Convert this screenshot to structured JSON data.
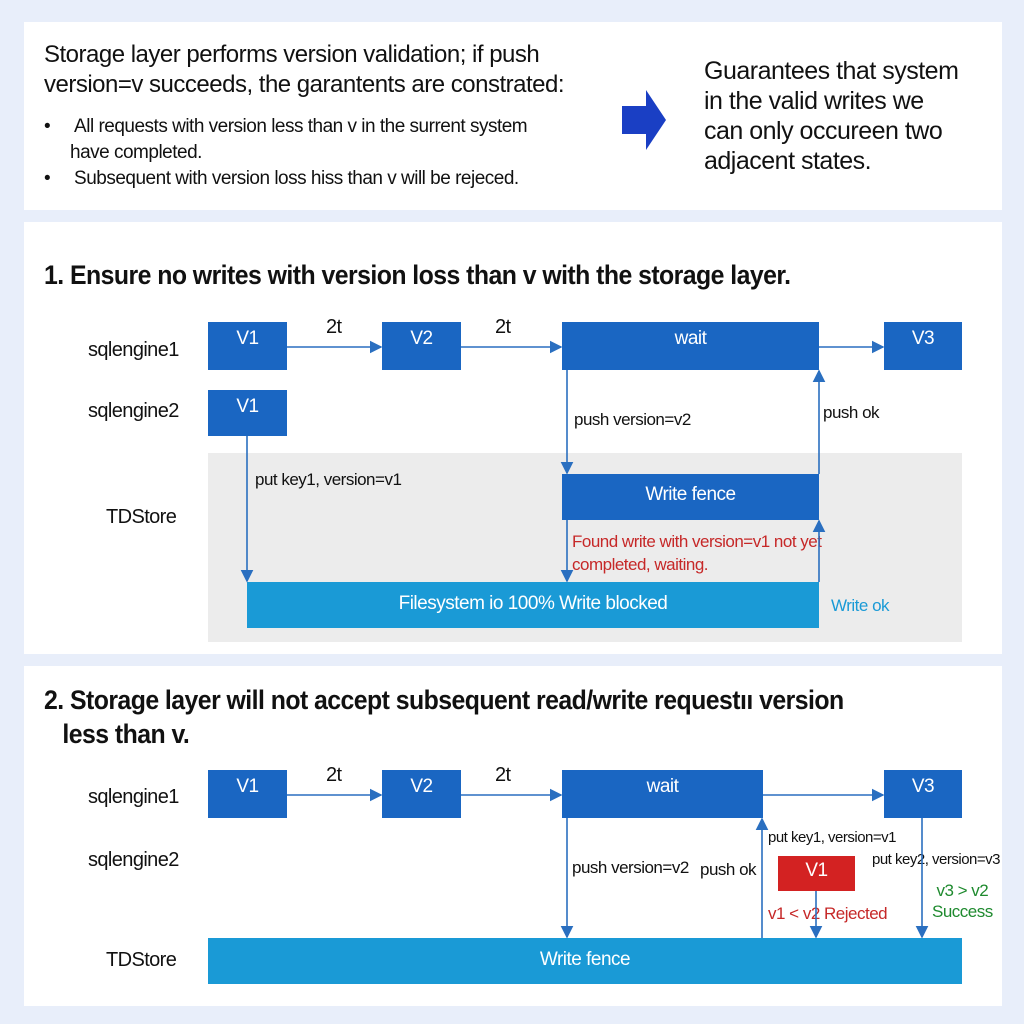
{
  "summary": {
    "intro_line1": "Storage layer performs version validation; if push",
    "intro_line2": "version=v succeeds, the garantents are constrated:",
    "bullets": [
      "All requests with version less than v in the surrent system",
      "have completed.",
      "Subsequent with version loss hiss than v will be rejeced."
    ],
    "conclusion": [
      "Guarantees that system",
      "in the valid writes we",
      "can only occureen two",
      "adjacent states."
    ]
  },
  "section1": {
    "title": "1. Ensure no writes with version loss than v with the storage layer.",
    "rows": [
      "sqlengine1",
      "sqlengine2",
      "TDStore"
    ],
    "boxes": {
      "v1": "V1",
      "v2": "V2",
      "wait": "wait",
      "v3": "V3",
      "v1b": "V1",
      "fence": "Write fence",
      "fs": "Filesystem io 100% Write blocked"
    },
    "edges": {
      "t1": "2t",
      "t2": "2t",
      "put": "put key1, version=v1",
      "push": "push version=v2",
      "ok": "push ok",
      "write_ok": "Write ok"
    },
    "warning": [
      "Found write with version=v1 not yet",
      "completed, waiting."
    ]
  },
  "section2": {
    "title_line1": "2. Storage layer will not accept subsequent read/write requestıı version",
    "title_line2": "less than v.",
    "rows": [
      "sqlengine1",
      "sqlengine2",
      "TDStore"
    ],
    "boxes": {
      "v1": "V1",
      "v2": "V2",
      "wait": "wait",
      "v3": "V3",
      "red_v1": "V1",
      "fence": "Write fence"
    },
    "edges": {
      "t1": "2t",
      "t2": "2t",
      "push": "push version=v2",
      "ok": "push ok",
      "put1": "put key1, version=v1",
      "put2": "put key2, version=v3"
    },
    "rejected": "v1 < v2 Rejected",
    "success": [
      "v3 > v2",
      "Success"
    ]
  },
  "colors": {
    "blue": "#1a66c2",
    "light_blue": "#1a9ad6",
    "red": "#d32222",
    "green": "#1e8a2e",
    "arrow": "#1a3fc4"
  }
}
